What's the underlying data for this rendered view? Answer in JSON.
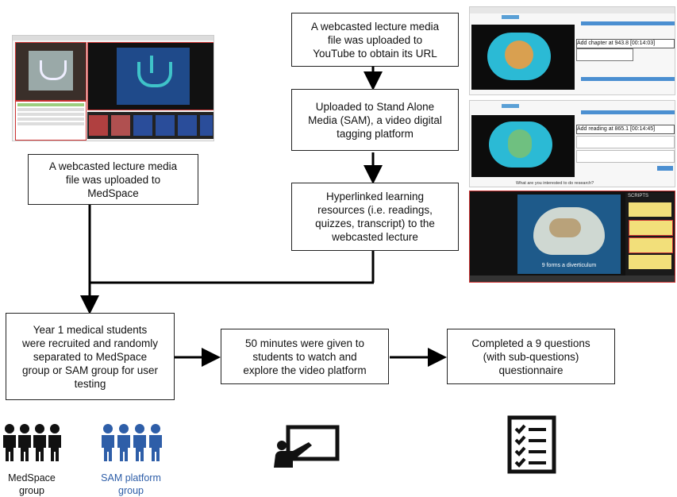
{
  "boxes": {
    "medspace_upload": "A webcasted lecture media\nfile was uploaded to\nMedSpace",
    "youtube_upload": "A webcasted lecture media\nfile was uploaded to\nYouTube  to obtain its URL",
    "sam_upload": "Uploaded to Stand Alone\nMedia (SAM), a video digital\ntagging platform",
    "hyperlink": "Hyperlinked learning\nresources (i.e. readings,\nquizzes, transcript) to the\nwebcasted lecture",
    "recruit": "Year 1 medical students\nwere recruited and randomly\nseparated to MedSpace\ngroup or SAM group for user\ntesting",
    "fifty_min": "50 minutes were given to\nstudents to watch and\nexplore the video platform",
    "questionnaire": "Completed a 9 questions\n(with sub-questions)\nquestionnaire"
  },
  "groups": {
    "medspace": "MedSpace\ngroup",
    "sam": "SAM platform\ngroup"
  },
  "screens": {
    "sam_top_overlay": "Add chapter at 943.8     [00:14:03]",
    "sam_mid_overlay": "Add reading at 865.1     [00:14:45]",
    "sam_bottom_caption": "9 forms a diverticulum",
    "sam_search_prompt": "What are you interested to do research?",
    "sam_panel_title": "SCRIPTS"
  },
  "colors": {
    "medspace_people": "#111111",
    "sam_people": "#2e5ea8",
    "sam_label": "#2e5ea8"
  }
}
